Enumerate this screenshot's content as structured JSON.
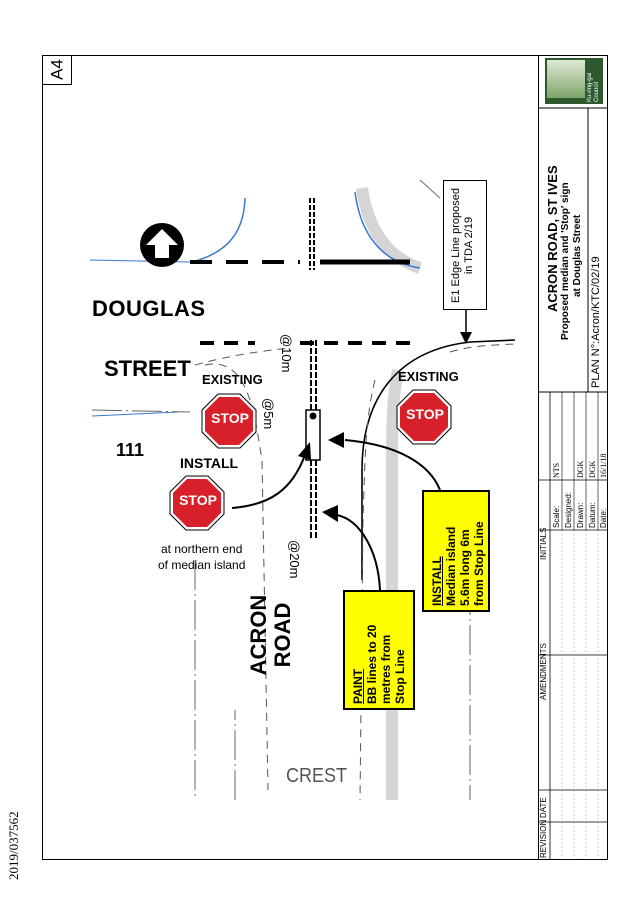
{
  "doc_number": "2019/037562",
  "sheet_size": "A4",
  "map": {
    "douglas": "DOUGLAS",
    "street": "STREET",
    "existing_left": "EXISTING",
    "existing_right": "EXISTING",
    "lot_number": "111",
    "install": "INSTALL",
    "northern_end_1": "at northern end",
    "northern_end_2": "of median island",
    "acron": "ACRON",
    "road": "ROAD",
    "crest": "CREST",
    "dim_10m": "@10m",
    "dim_5m": "@5m",
    "dim_20m": "@20m",
    "stop_text": "STOP",
    "paint_box": {
      "heading": "PAINT",
      "line1": "BB lines to 20",
      "line2": "metres from",
      "line3": "Stop Line"
    },
    "install_box": {
      "heading": "INSTALL",
      "line1": "Median island",
      "line2": "5.6m long 6m",
      "line3": "from Stop Line"
    },
    "edge_line": {
      "line1": "E1 Edge Line proposed",
      "line2": "in TDA 2/19"
    }
  },
  "title_block": {
    "title": "ACRON ROAD, ST IVES",
    "subtitle1": "Proposed median and 'Stop' sign",
    "subtitle2": "at Douglas Street",
    "plan_no": "PLAN N°:Acron/KTC/02/19",
    "revision": "REVISION",
    "date": "DATE",
    "amendments": "AMENDMENTS",
    "initials": "INITIALS",
    "scale_label": "Scale:",
    "scale_value": "NTS",
    "designed_label": "Designed:",
    "designed_value": "",
    "drawn_label": "Drawn:",
    "drawn_value": "DGK",
    "datum_label": "Datum:",
    "datum_value": "DGK",
    "date_label": "Date:",
    "date_value": "16/1/18",
    "logo_text1": "Ku-ring-gai",
    "logo_text2": "Council"
  },
  "colors": {
    "stop_red": "#d7202a",
    "highlight_yellow": "#ffff00",
    "kerb_blue": "#3a78d0",
    "verge_grey": "#d5d5d5"
  }
}
